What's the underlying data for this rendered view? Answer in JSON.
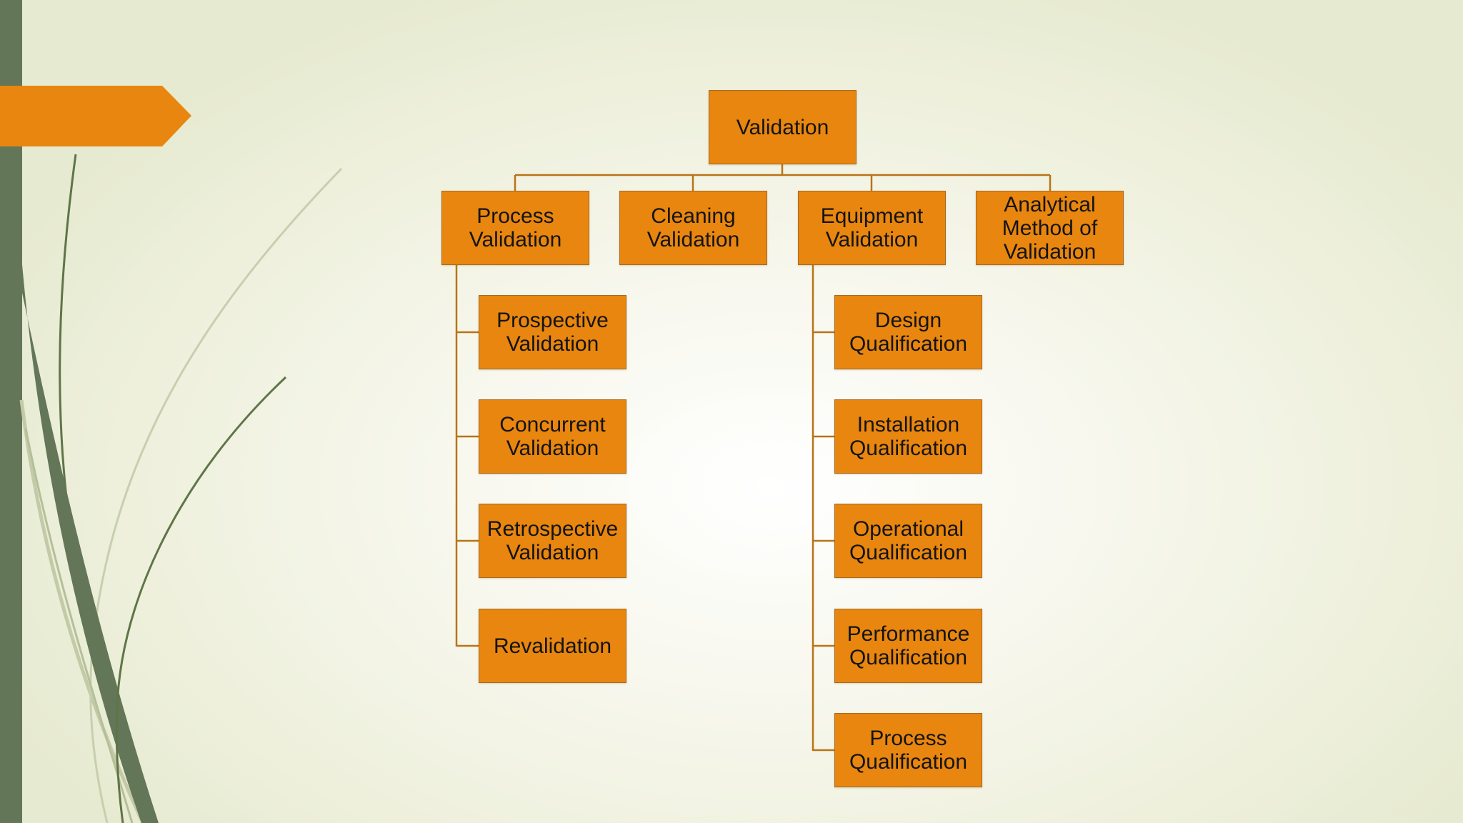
{
  "diagram": {
    "root": {
      "label": "Validation"
    },
    "level1": [
      {
        "label": "Process\nValidation"
      },
      {
        "label": "Cleaning\nValidation"
      },
      {
        "label": "Equipment\nValidation"
      },
      {
        "label": "Analytical\nMethod of\nValidation"
      }
    ],
    "process_children": [
      {
        "label": "Prospective\nValidation"
      },
      {
        "label": "Concurrent\nValidation"
      },
      {
        "label": "Retrospective\nValidation"
      },
      {
        "label": "Revalidation"
      }
    ],
    "equipment_children": [
      {
        "label": "Design\nQualification"
      },
      {
        "label": "Installation\nQualification"
      },
      {
        "label": "Operational\nQualification"
      },
      {
        "label": "Performance\nQualification"
      },
      {
        "label": "Process\nQualification"
      }
    ]
  },
  "colors": {
    "node_fill": "#e8860f",
    "node_border": "#a86a1e",
    "connector": "#b87416",
    "left_bar": "#637657",
    "tab": "#e8860f",
    "grass_dark": "#5f7548",
    "grass_light": "#b9c29f"
  }
}
